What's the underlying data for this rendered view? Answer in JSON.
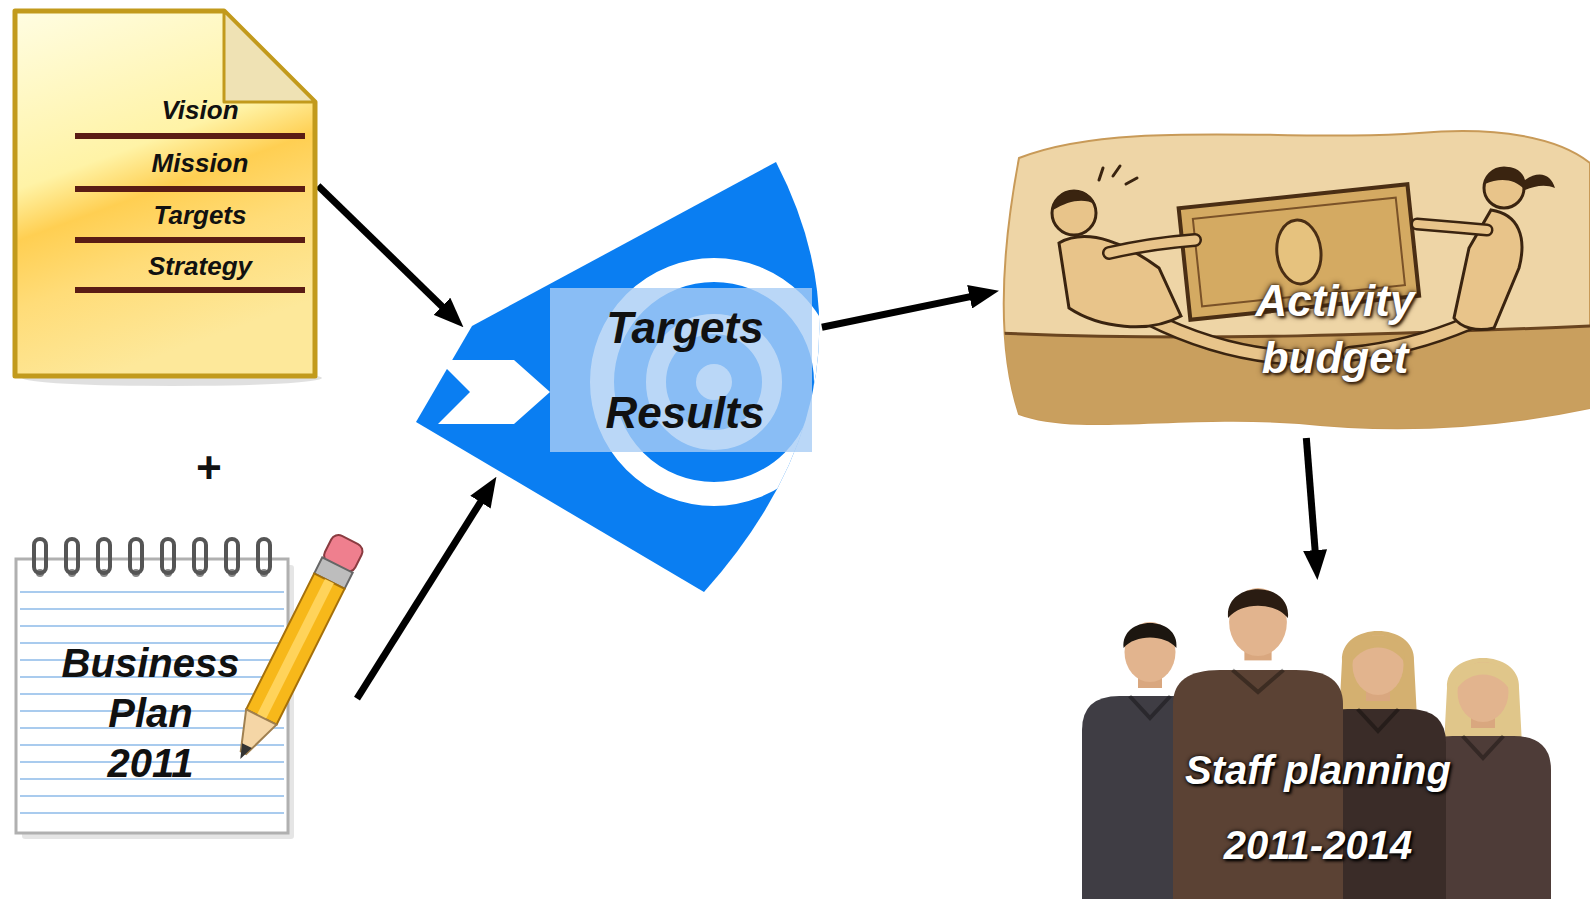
{
  "diagram": {
    "nodes": [
      {
        "text": [
          "Vision",
          "Mission",
          "Targets",
          "Strategy"
        ]
      },
      {
        "text": [
          "Business Plan 2011"
        ]
      },
      {
        "text": [
          "Targets",
          "Results"
        ]
      },
      {
        "text": [
          "Activity budget"
        ]
      },
      {
        "text": [
          "Staff planning",
          "2011-2014"
        ]
      }
    ],
    "edges": [
      {
        "from": 0,
        "to": 2,
        "arrow": "to"
      },
      {
        "from": 1,
        "to": 2,
        "arrow": "to"
      },
      {
        "from": 2,
        "to": 3,
        "arrow": "to"
      },
      {
        "from": 3,
        "to": 4,
        "arrow": "to"
      }
    ],
    "labels": [
      "+"
    ]
  }
}
